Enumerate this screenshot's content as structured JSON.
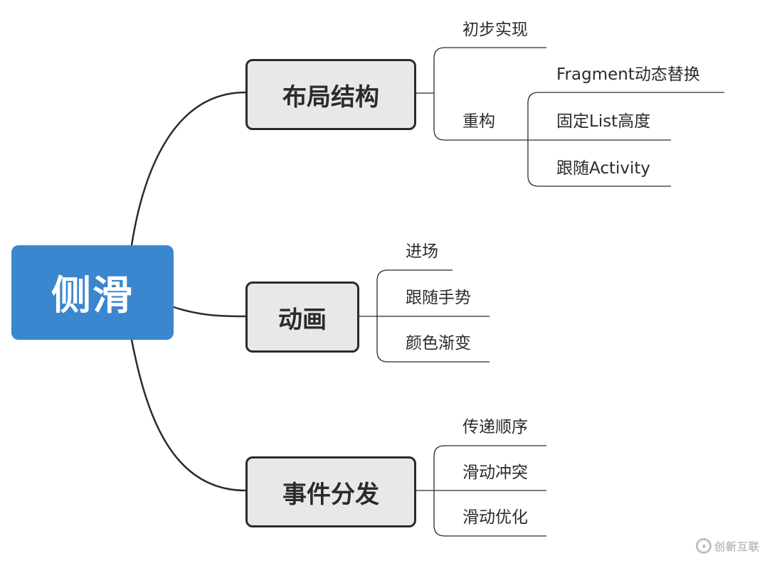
{
  "root": {
    "label": "侧滑",
    "color": "#3a87cf"
  },
  "branches": [
    {
      "label": "布局结构",
      "children": [
        {
          "label": "初步实现"
        },
        {
          "label": "重构",
          "children": [
            {
              "label": "Fragment动态替换"
            },
            {
              "label": "固定List高度"
            },
            {
              "label": "跟随Activity"
            }
          ]
        }
      ]
    },
    {
      "label": "动画",
      "children": [
        {
          "label": "进场"
        },
        {
          "label": "跟随手势"
        },
        {
          "label": "颜色渐变"
        }
      ]
    },
    {
      "label": "事件分发",
      "children": [
        {
          "label": "传递顺序"
        },
        {
          "label": "滑动冲突"
        },
        {
          "label": "滑动优化"
        }
      ]
    }
  ],
  "watermark": {
    "text": "创新互联",
    "icon": "logo-icon"
  },
  "colors": {
    "line": "#2b2b2b",
    "branch_fill": "#e8e8e8",
    "root_text": "#ffffff"
  }
}
